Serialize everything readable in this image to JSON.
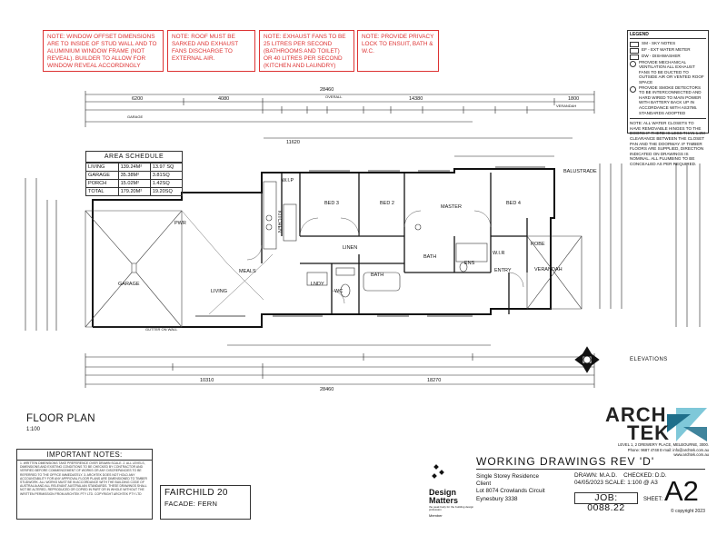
{
  "notes": [
    "NOTE: WINDOW OFFSET DIMENSIONS ARE TO INSIDE OF STUD WALL AND TO ALUMINIUM WINDOW FRAME (NOT REVEAL). BUILDER TO ALLOW FOR WINDOW REVEAL ACCORDINGLY",
    "NOTE: ROOF MUST BE SARKED AND EXHAUST FANS DISCHARGE TO EXTERNAL AIR.",
    "NOTE: EXHAUST FANS TO BE 25 LITRES PER SECOND (BATHROOMS AND TOILET) OR 40 LITRES PER SECOND (KITCHEN AND LAUNDRY)",
    "NOTE: PROVIDE PRIVACY LOCK TO ENSUIT, BATH & W.C."
  ],
  "legend": {
    "title": "LEGEND",
    "items": [
      {
        "label": "SM  - SKY NOTES"
      },
      {
        "label": "EF  - EXT WATER METER"
      },
      {
        "label": "DW  - DISHWASHER"
      },
      {
        "label": "PROVIDE MECHANICAL VENTILATION ALL EXHAUST FANS TO BE DUCTED TO OUTSIDE AIR OR VENTED ROOF SPACE"
      },
      {
        "label": "PROVIDE SMOKE DETECTORS TO BE INTERCONNECTED AND HARD WIRED TO MAIN POWER WITH BATTERY BACK UP IN ACCORDANCE WITH AS3786. STANDARDS ADOPTED"
      }
    ],
    "note": "NOTE: ALL WATER CLOSETS TO HAVE REMOVABLE HINGES TO THE DOORS IF THERE IS LESS THAN 1.2M CLEARANCE BETWEEN THE CLOSET PAN AND THE DOORWAY. IF TIMBER FLOORS ARE SUPPLIED, DIRECTION INDICATED ON DRAWINGS IS NOMINAL. ALL PLUMBING TO BE CONCEALED AS PER REQUIRED."
  },
  "area_schedule": {
    "title": "AREA SCHEDULE",
    "rows": [
      {
        "name": "LIVING",
        "m2": "139.24m²",
        "sq": "13.97 sq"
      },
      {
        "name": "GARAGE",
        "m2": "35.38m²",
        "sq": "3.81sq"
      },
      {
        "name": "PORCH",
        "m2": "15.02m²",
        "sq": "1.42sq"
      },
      {
        "name": "TOTAL",
        "m2": "179.20m²",
        "sq": "19.20sq"
      }
    ]
  },
  "rooms": {
    "garage": "GARAGE",
    "living": "LIVING",
    "meals": "MEALS",
    "kitchen": "KITCHEN",
    "bed3": "BED 3",
    "bed2": "BED 2",
    "master": "MASTER",
    "bed4": "BED 4",
    "linen": "LINEN",
    "bath": "BATH",
    "lndy": "LNDY",
    "ens": "ENS",
    "entry": "ENTRY",
    "verandah": "VERANDAH",
    "robe": "ROBE",
    "wir": "W.I.R",
    "wip": "W.I.P",
    "wc": "WC",
    "bathtub": "BATH",
    "balustrade": "BALUSTRADE",
    "pwr": "PWR",
    "gutter": "GUTTER ON WALL"
  },
  "dimensions": {
    "overall": "28460",
    "overall_label": "OVERALL",
    "top_runs": [
      "6200",
      "4080",
      "14380",
      "1800"
    ],
    "bottom_runs": [
      "10310",
      "18270"
    ],
    "mid_top": "11620",
    "verandah": "VERANDAH",
    "garage_label": "GARAGE"
  },
  "elevations": {
    "label": "ELEVATIONS"
  },
  "floor_plan": {
    "title": "FLOOR PLAN",
    "scale": "1:100"
  },
  "important": {
    "title": "IMPORTANT NOTES:",
    "body": "1. WRITTEN DIMENSIONS TAKE PREFERENCE OVER DRAWN SCALE. 2. ALL LEVELS, DIMENSIONS AND EXISTING CONDITIONS TO BE CHECKED BY CONTRACTOR AND VERIFIED BEFORE COMMENCEMENT OF WORKS OR ANY DISCREPANCIES TO BE REFERRED TO THE OFFICE IMMEDIATELY. 3. ARCHTEK DOES NOT HOLD ANY ACCOUNTABILITY FOR ANY APPROVAL FLOOR PLANS ARE DIMENSIONED TO TIMBER STUDWORK. ALL WORKS MUST BE IN ACCORDANCE WITH THE BUILDING CODE OF AUSTRALIA AND ALL RELEVANT AUSTRALIAN STANDARDS. THESE DRAWINGS SHALL NOT BE ALTERED, REPRODUCED OR COPIED IN PART OR IN WHOLE WITHOUT THE WRITTEN PERMISSION FROM ARCHTEK PTY LTD. COPYRIGHT ARCHTEK PTY LTD"
  },
  "model": {
    "name": "FAIRCHILD 20",
    "facade": "FACADE: FERN"
  },
  "design_matters": {
    "name_line1": "Design",
    "name_line2": "Matters",
    "tagline": "the peak body for the building design profession",
    "member": "Member"
  },
  "title_block": {
    "heading": "WORKING DRAWINGS REV 'D'",
    "project": "Single Storey Residence",
    "client": "Client",
    "lot": "Lot 8074 Crowlands Circuit",
    "suburb": "Eynesbury 3338",
    "drawn": "DRAWN:  M.A.D.",
    "checked": "CHECKED: D.D.",
    "date_scale": "04/05/2023  SCALE: 1:100 @ A3",
    "job": "JOB: 0088.22",
    "sheet_label": "SHEET:",
    "sheet": "A2",
    "copyright": "© copyright 2023"
  },
  "logo": {
    "line1": "ARCH",
    "line2": "TEK",
    "address": "LEVEL 1, 2 DREWERY PLACE, MELBOURNE, 3000.",
    "contact": "Phone: 9687 4748  E-mail: info@archtek.com.au",
    "web": "www.archtek.com.au",
    "brand_color": "#1f6f8b",
    "accent_color": "#7fc8d9"
  },
  "note_color": "#dd3333"
}
